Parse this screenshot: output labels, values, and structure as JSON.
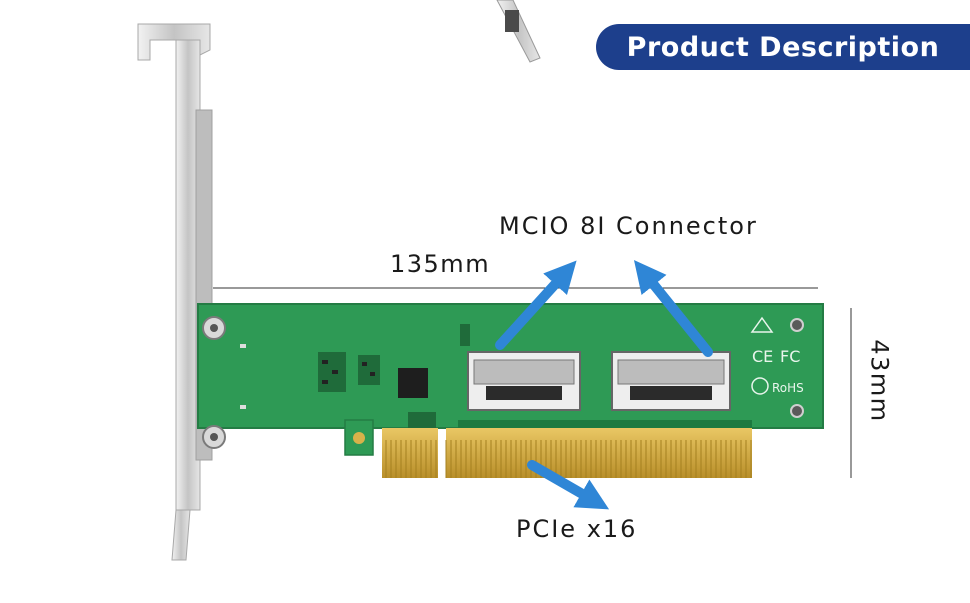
{
  "banner": {
    "title": "Product Description"
  },
  "labels": {
    "connector": "MCIO 8I Connector",
    "width": "135mm",
    "height": "43mm",
    "slot": "PCIe x16"
  },
  "board": {
    "marks": [
      "CE",
      "FC",
      "RoHS"
    ]
  },
  "colors": {
    "banner": "#1d3f8c",
    "pcb": "#2e9a55",
    "arrow": "#2f86d6",
    "gold": "#d8b24a",
    "bracket": "#c9c9c9"
  }
}
